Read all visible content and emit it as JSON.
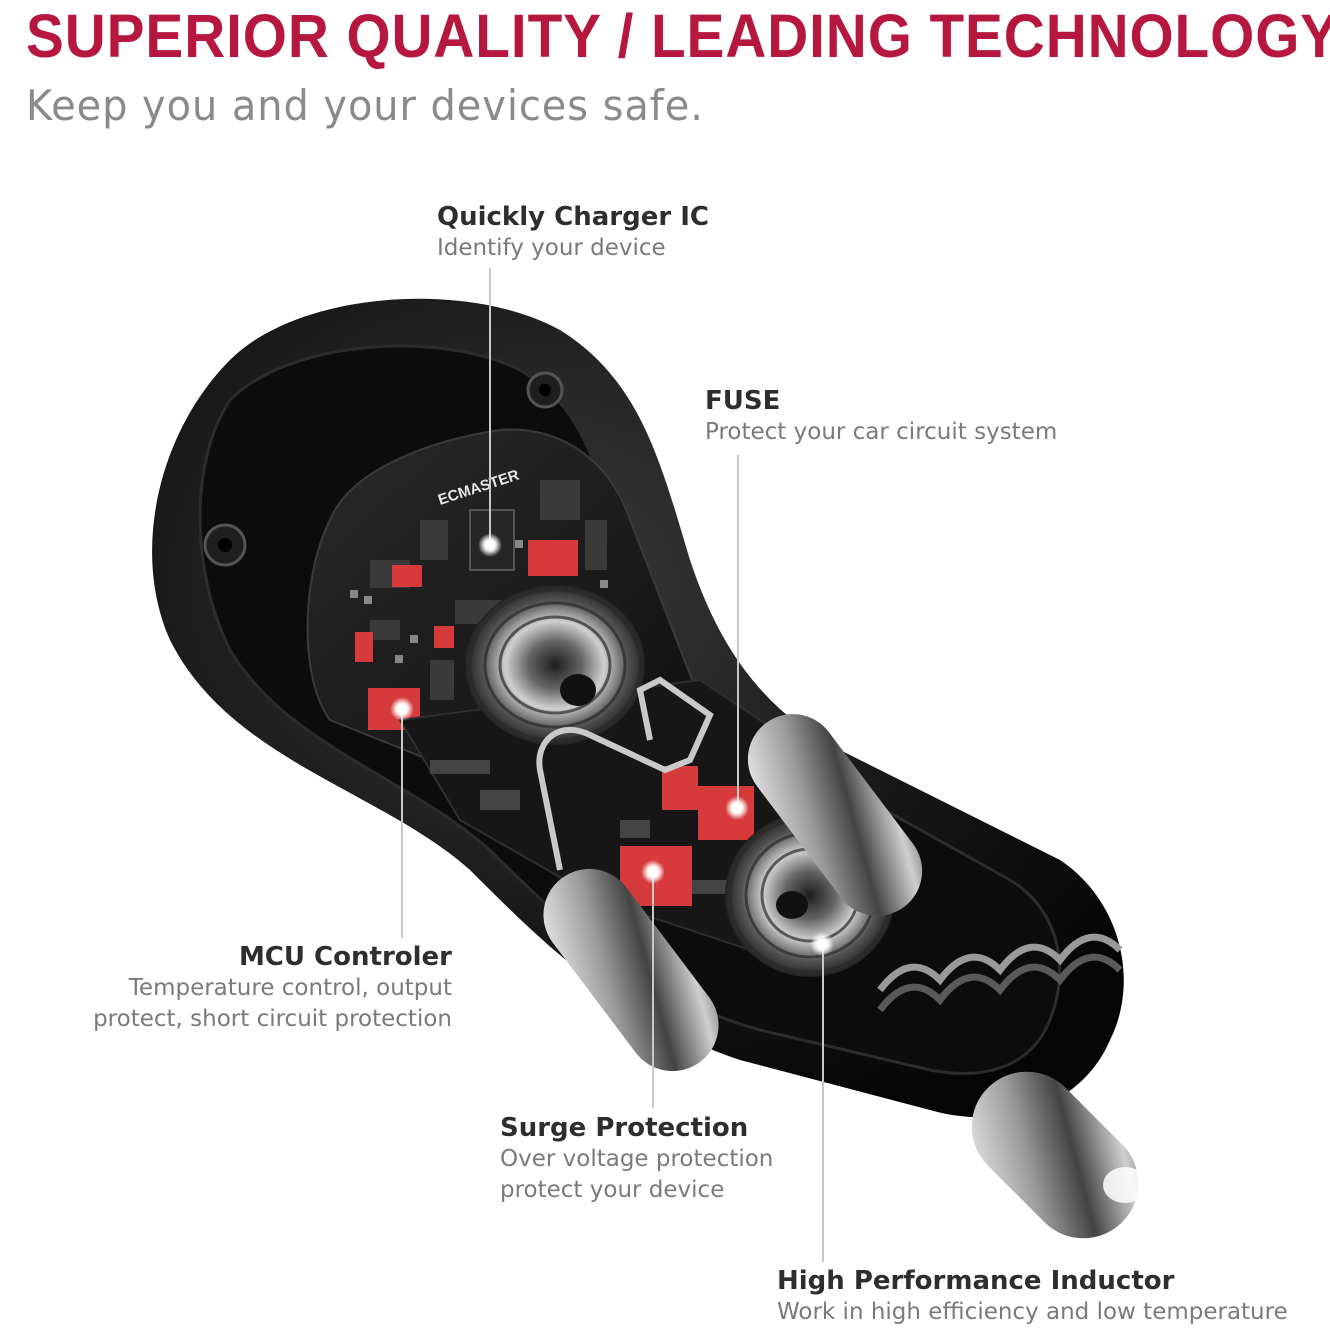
{
  "header": {
    "headline": "SUPERIOR QUALITY / LEADING TECHNOLOGY",
    "subline": "Keep you and your devices safe."
  },
  "callouts": {
    "charger_ic": {
      "title": "Quickly Charger IC",
      "desc": "Identify your device"
    },
    "fuse": {
      "title": "FUSE",
      "desc": "Protect your car circuit system"
    },
    "mcu": {
      "title": "MCU Controler",
      "desc_line1": "Temperature control, output",
      "desc_line2": "protect, short circuit protection"
    },
    "surge": {
      "title": "Surge Protection",
      "desc_line1": "Over voltage protection",
      "desc_line2": "protect your device"
    },
    "inductor": {
      "title": "High Performance Inductor",
      "desc": "Work in high efficiency and low temperature"
    }
  },
  "product": {
    "board_logo": "ECMASTER"
  },
  "colors": {
    "brand": "#b5173e",
    "body": "#1a1a1a",
    "component_red": "#d63a3a",
    "metal": "#b9b9b9"
  }
}
